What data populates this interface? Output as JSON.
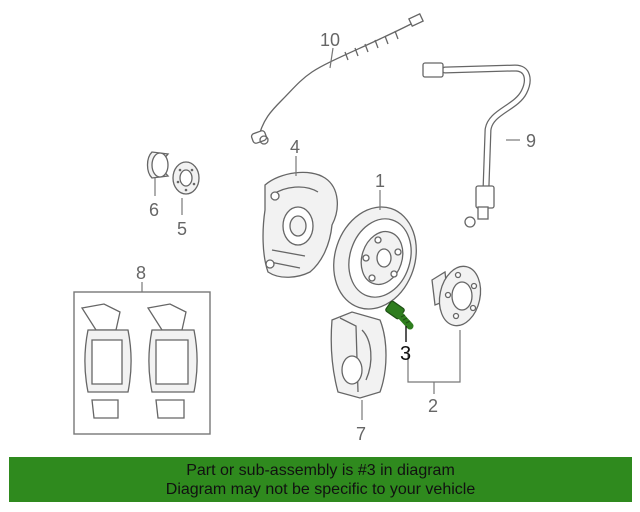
{
  "callouts": {
    "c1": "1",
    "c2": "2",
    "c3": "3",
    "c4": "4",
    "c5": "5",
    "c6": "6",
    "c7": "7",
    "c8": "8",
    "c9": "9",
    "c10": "10"
  },
  "banner": {
    "line1": "Part or sub-assembly is #3 in diagram",
    "line2": "Diagram may not be specific to your vehicle"
  },
  "colors": {
    "banner_bg": "#2f8a1e",
    "highlight_part": "#2e7d1e",
    "line_art": "#666666"
  }
}
